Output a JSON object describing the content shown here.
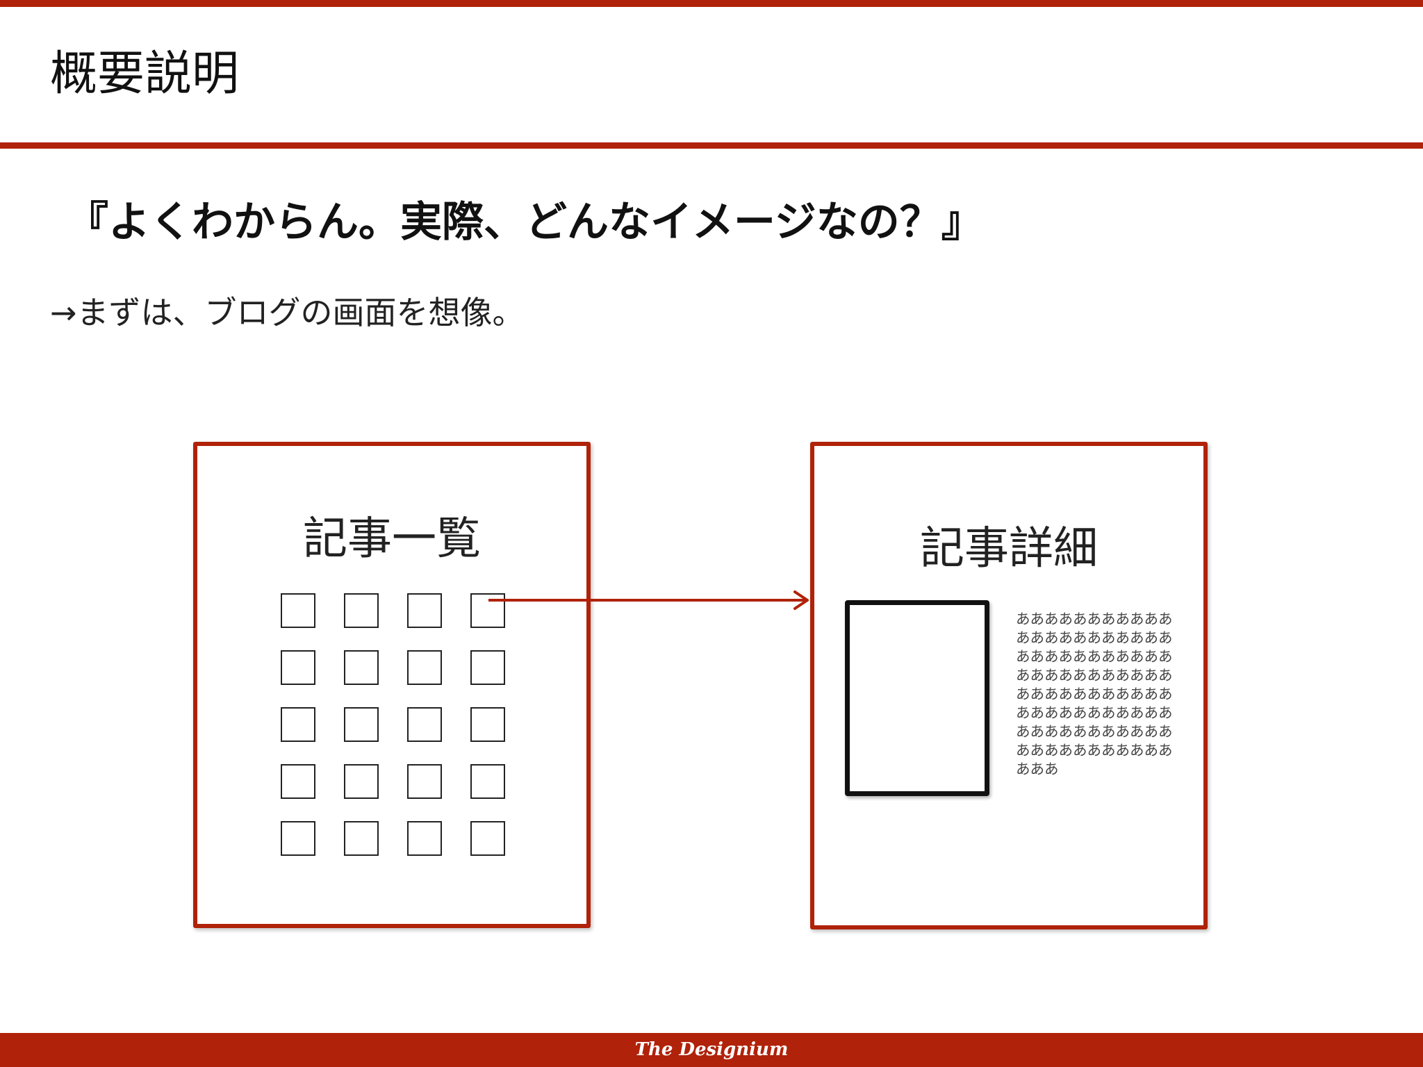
{
  "slide": {
    "title": "概要説明",
    "question": "『よくわからん。実際、どんなイメージなの？』",
    "lead": "→まずは、ブログの画面を想像。"
  },
  "diagram": {
    "list_panel": {
      "title": "記事一覧",
      "grid_rows": 5,
      "grid_cols": 4
    },
    "detail_panel": {
      "title": "記事詳細",
      "body_text": "あああああああああああああああああああああああああああああああああああああああああああああああああああああああああああああああああああああああああああああああああああああああああああ"
    }
  },
  "footer": {
    "logo": "The Designium"
  },
  "colors": {
    "accent": "#b02209",
    "text": "#111111",
    "box_border": "#111111"
  }
}
